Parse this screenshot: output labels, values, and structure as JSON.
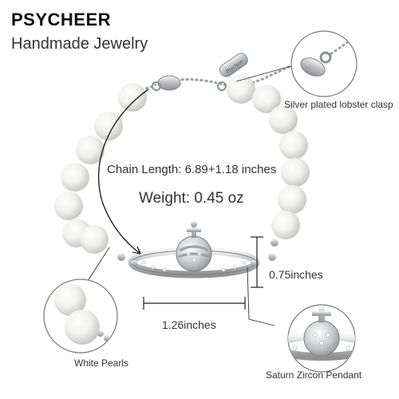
{
  "brand": {
    "name": "PSYCHEER",
    "tagline": "Handmade Jewelry"
  },
  "specs": {
    "chain_length": "Chain Length: 6.89+1.18 inches",
    "weight": "Weight:  0.45 oz"
  },
  "dimensions": {
    "height": "0.75inches",
    "width": "1.26inches"
  },
  "callouts": {
    "clasp": "Silver plated lobster clasp",
    "pearls": "White Pearls",
    "pendant": "Saturn Zircon Pendant"
  },
  "tag_text": "Psycheer",
  "colors": {
    "silver": "#c8cacd",
    "pearl": "#f4f4f2",
    "text": "#333333"
  }
}
